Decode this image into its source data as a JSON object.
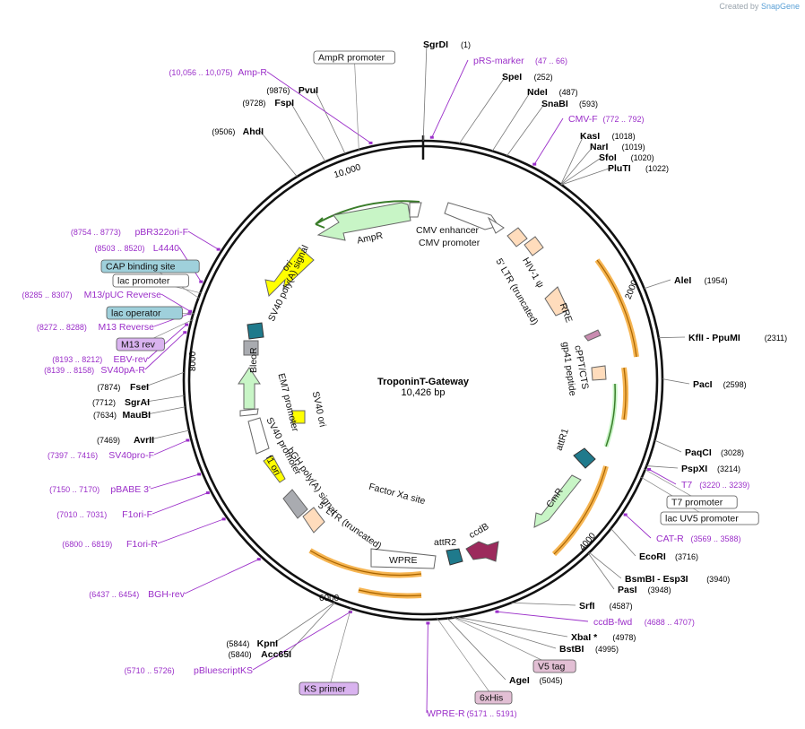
{
  "credit": {
    "prefix": "Created by",
    "brand": "SnapGene"
  },
  "plasmid": {
    "name": "TroponinT-Gateway",
    "size_label": "10,426 bp",
    "length": 10426
  },
  "ruler": [
    "2000",
    "4000",
    "6000",
    "8000",
    "10,000"
  ],
  "sites": [
    {
      "name": "SgrDI",
      "pos": "(1)",
      "bp": 1
    },
    {
      "name": "SpeI",
      "pos": "(252)",
      "bp": 252
    },
    {
      "name": "NdeI",
      "pos": "(487)",
      "bp": 487
    },
    {
      "name": "SnaBI",
      "pos": "(593)",
      "bp": 593
    },
    {
      "name": "KasI",
      "pos": "(1018)",
      "bp": 1018
    },
    {
      "name": "NarI",
      "pos": "(1019)",
      "bp": 1019
    },
    {
      "name": "SfoI",
      "pos": "(1020)",
      "bp": 1020
    },
    {
      "name": "PluTI",
      "pos": "(1022)",
      "bp": 1022
    },
    {
      "name": "AleI",
      "pos": "(1954)",
      "bp": 1954
    },
    {
      "name": "KflI - PpuMI",
      "pos": "(2311)",
      "bp": 2311
    },
    {
      "name": "PacI",
      "pos": "(2598)",
      "bp": 2598
    },
    {
      "name": "PaqCI",
      "pos": "(3028)",
      "bp": 3028
    },
    {
      "name": "PspXI",
      "pos": "(3214)",
      "bp": 3214
    },
    {
      "name": "EcoRI",
      "pos": "(3716)",
      "bp": 3716
    },
    {
      "name": "BsmBI - Esp3I",
      "pos": "(3940)",
      "bp": 3940
    },
    {
      "name": "PasI",
      "pos": "(3948)",
      "bp": 3948
    },
    {
      "name": "SrfI",
      "pos": "(4587)",
      "bp": 4587
    },
    {
      "name": "XbaI *",
      "pos": "(4978)",
      "bp": 4978
    },
    {
      "name": "BstBI",
      "pos": "(4995)",
      "bp": 4995
    },
    {
      "name": "AgeI",
      "pos": "(5045)",
      "bp": 5045
    },
    {
      "name": "KpnI",
      "pos": "(5844)",
      "bp": 5844
    },
    {
      "name": "Acc65I",
      "pos": "(5840)",
      "bp": 5840
    },
    {
      "name": "AvrII",
      "pos": "(7469)",
      "bp": 7469
    },
    {
      "name": "MauBI",
      "pos": "(7634)",
      "bp": 7634
    },
    {
      "name": "SgrAI",
      "pos": "(7712)",
      "bp": 7712
    },
    {
      "name": "FseI",
      "pos": "(7874)",
      "bp": 7874
    },
    {
      "name": "AhdI",
      "pos": "(9506)",
      "bp": 9506
    },
    {
      "name": "FspI",
      "pos": "(9728)",
      "bp": 9728
    },
    {
      "name": "PvuI",
      "pos": "(9876)",
      "bp": 9876
    }
  ],
  "primers": [
    {
      "name": "pRS-marker",
      "pos": "(47 .. 66)"
    },
    {
      "name": "CMV-F",
      "pos": "(772 .. 792)"
    },
    {
      "name": "T7",
      "pos": "(3220 .. 3239)"
    },
    {
      "name": "CAT-R",
      "pos": "(3569 .. 3588)"
    },
    {
      "name": "ccdB-fwd",
      "pos": "(4688 .. 4707)"
    },
    {
      "name": "WPRE-R",
      "pos": "(5171 .. 5191)"
    },
    {
      "name": "pBluescriptKS",
      "pos": "(5710 .. 5726)"
    },
    {
      "name": "BGH-rev",
      "pos": "(6437 .. 6454)"
    },
    {
      "name": "F1ori-R",
      "pos": "(6800 .. 6819)"
    },
    {
      "name": "F1ori-F",
      "pos": "(7010 .. 7031)"
    },
    {
      "name": "pBABE 3'",
      "pos": "(7150 .. 7170)"
    },
    {
      "name": "SV40pro-F",
      "pos": "(7397 .. 7416)"
    },
    {
      "name": "SV40pA-R",
      "pos": "(8139 .. 8158)"
    },
    {
      "name": "EBV-rev",
      "pos": "(8193 .. 8212)"
    },
    {
      "name": "M13 Reverse",
      "pos": "(8272 .. 8288)"
    },
    {
      "name": "M13/pUC Reverse",
      "pos": "(8285 .. 8307)"
    },
    {
      "name": "L4440",
      "pos": "(8503 .. 8520)"
    },
    {
      "name": "pBR322ori-F",
      "pos": "(8754 .. 8773)"
    },
    {
      "name": "Amp-R",
      "pos": "(10,056 .. 10,075)"
    }
  ],
  "boxed_labels": [
    "AmpR promoter",
    "CAP binding site",
    "lac promoter",
    "lac operator",
    "M13 rev",
    "T7 promoter",
    "lac UV5 promoter",
    "V5 tag",
    "6xHis",
    "KS primer"
  ],
  "features": [
    "CMV enhancer",
    "CMV promoter",
    "HIV-1 ψ",
    "5' LTR (truncated)",
    "RRE",
    "cPPT/CTS",
    "gp41 peptide",
    "attR1",
    "CmR",
    "ccdB",
    "attR2",
    "WPRE",
    "Factor Xa site",
    "5' LTR (truncated)",
    "bGH poly(A) signal",
    "SV40 promoter",
    "EM7 promoter",
    "f1 ori",
    "BleoR",
    "SV40 ori",
    "SV40 poly(A) signal",
    "ori",
    "AmpR"
  ],
  "colors": {
    "backbone": "#111111",
    "site_label": "#000000",
    "primer": "#9b2fc9",
    "promoter_box": "#9fd0db",
    "tag_box": "#e2bfd4",
    "kspr_box": "#d9b3ef",
    "gene": "#c8f5c6",
    "ori": "#ffff00",
    "ltr": "#ffdcbc",
    "orange_band": "#f6b552"
  }
}
